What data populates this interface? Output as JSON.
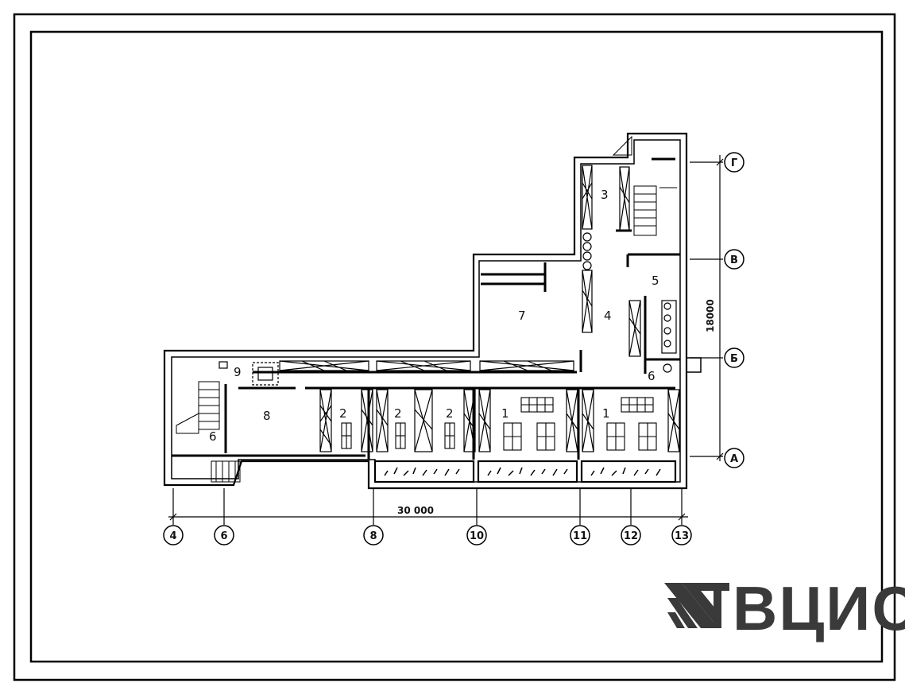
{
  "plan": {
    "room_labels": {
      "room_1a": "1",
      "room_1b": "1",
      "room_2a": "2",
      "room_2b": "2",
      "room_2c": "2",
      "room_3": "3",
      "room_4": "4",
      "room_5": "5",
      "room_6a": "6",
      "room_6b": "6",
      "room_7": "7",
      "room_8": "8",
      "room_9": "9"
    },
    "axes_horizontal": {
      "ax_4": "4",
      "ax_6": "6",
      "ax_8": "8",
      "ax_10": "10",
      "ax_11": "11",
      "ax_12": "12",
      "ax_13": "13"
    },
    "axes_vertical": {
      "ax_g": "Г",
      "ax_v": "В",
      "ax_b": "Б",
      "ax_a": "А"
    },
    "dimensions": {
      "width": "30 000",
      "depth": "18000"
    }
  },
  "logo": {
    "text": "ВЦИС",
    "color": "#3a3a3a"
  }
}
